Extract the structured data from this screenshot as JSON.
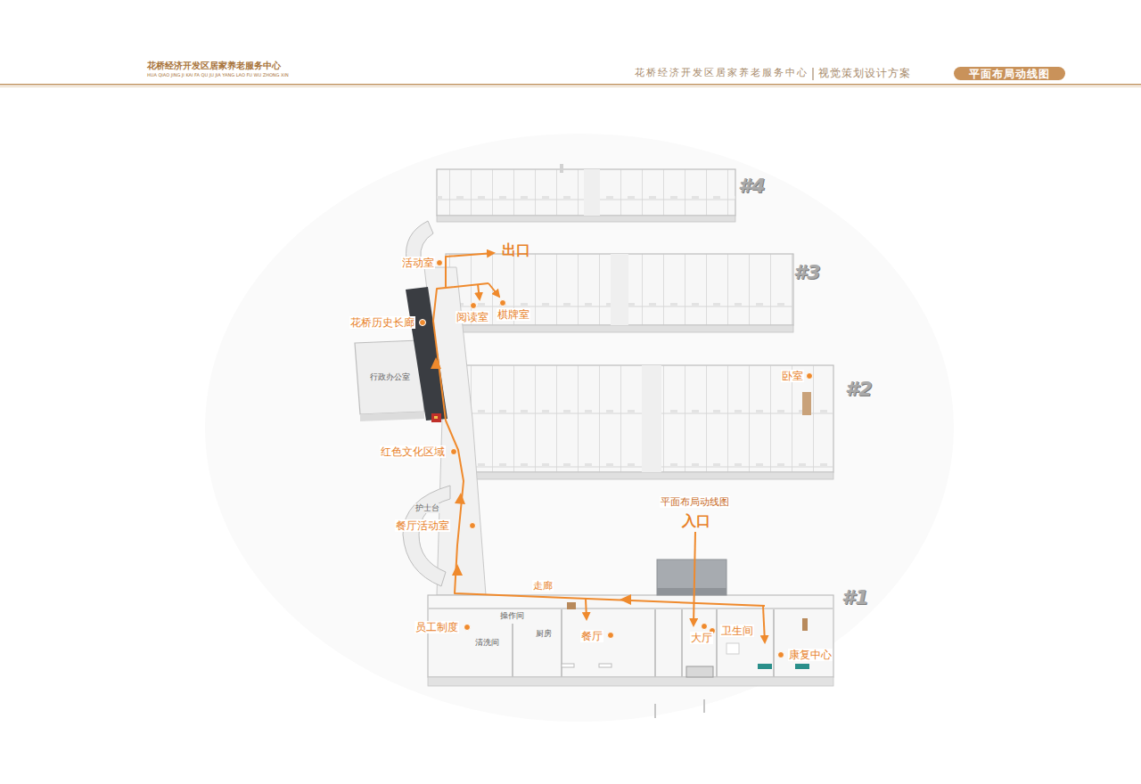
{
  "diagram": {
    "title": "花桥经济开发区居家养老服务中心",
    "nodes": [
      {
        "text": [
          "平面布局动线图"
        ]
      }
    ],
    "labels": [
      "HUA QIAO JING JI KAI FA QU JU JIA YANG LAO FU WU ZHONG XIN",
      "花桥经济开发区居家养老服务中心",
      "视觉策划设计方案",
      "#4",
      "#3",
      "#2",
      "#1",
      "出口",
      "活动室",
      "阅读室",
      "棋牌室",
      "花桥历史长廊",
      "行政办公室",
      "卧室",
      "红色文化区域",
      "护士台",
      "餐厅活动室",
      "平面布局动线图",
      "入口",
      "走廊",
      "员工制度",
      "清洗间",
      "操作间",
      "厨房",
      "餐厅",
      "大厅",
      "卫生间",
      "康复中心"
    ]
  }
}
